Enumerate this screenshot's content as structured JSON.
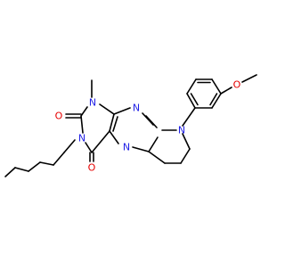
{
  "colors": {
    "background": "#ffffff",
    "bond": "#000000",
    "nitrogen": "#1f1fe6",
    "oxygen": "#e60000",
    "carbon": "#000000"
  },
  "labels": {
    "n_imine": "N",
    "n_aryl": "N",
    "n_methyl": "N",
    "n_heptyl": "N",
    "n_ring_fusion": "N",
    "o_methoxy": "O",
    "o_carbonyl_upper": "O",
    "o_carbonyl_lower": "O"
  }
}
